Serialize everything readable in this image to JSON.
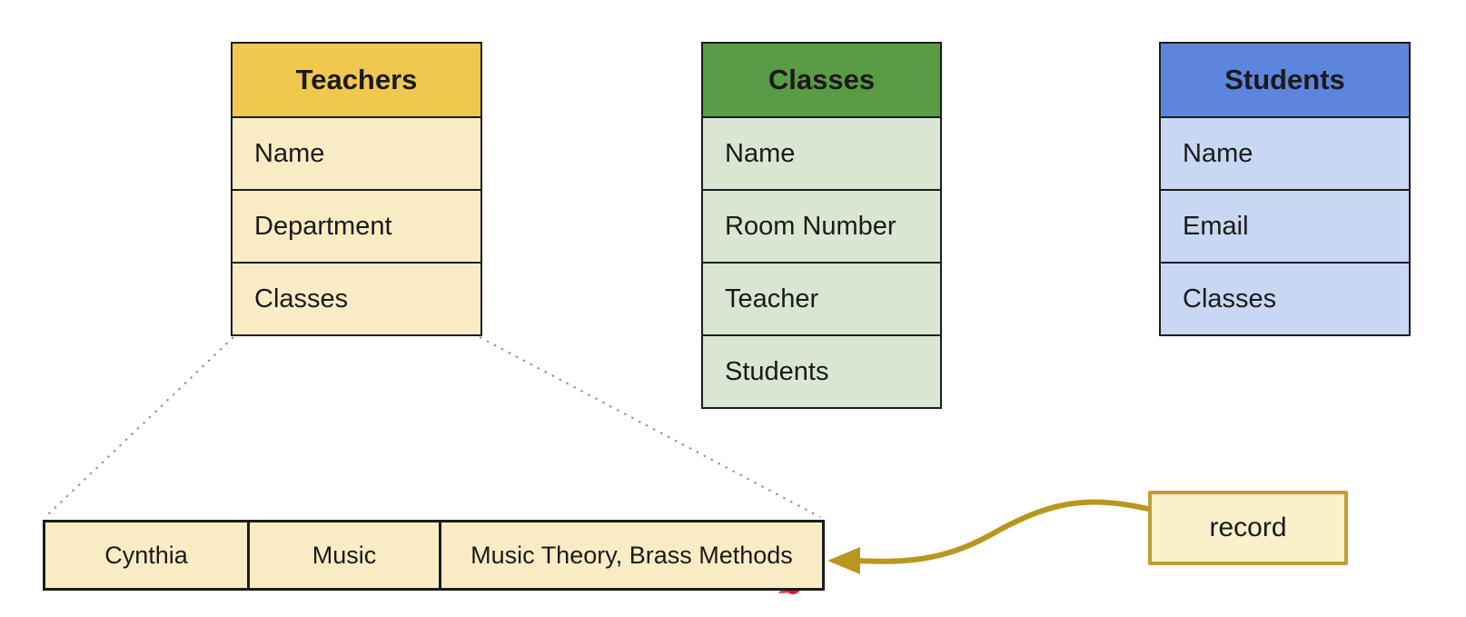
{
  "tables": [
    {
      "name": "Teachers",
      "header_color": "#F1C84F",
      "row_color": "#F9ECC5",
      "fields": [
        "Name",
        "Department",
        "Classes"
      ]
    },
    {
      "name": "Classes",
      "header_color": "#5A9B45",
      "row_color": "#D9E7D2",
      "fields": [
        "Name",
        "Room Number",
        "Teacher",
        "Students"
      ]
    },
    {
      "name": "Students",
      "header_color": "#5D85DD",
      "row_color": "#C8D7F2",
      "fields": [
        "Name",
        "Email",
        "Classes"
      ]
    }
  ],
  "expanded_record": {
    "cells": [
      "Cynthia",
      "Music",
      "Music Theory, Brass Methods"
    ]
  },
  "callout": {
    "label": "record",
    "fill_color": "#FAF0CB",
    "border_color": "#C09E33"
  },
  "annotations": {
    "arrow_color": "#B8961F",
    "dotted_line_color": "#8F8F8F",
    "pointer_dot_color": "#E51730"
  }
}
